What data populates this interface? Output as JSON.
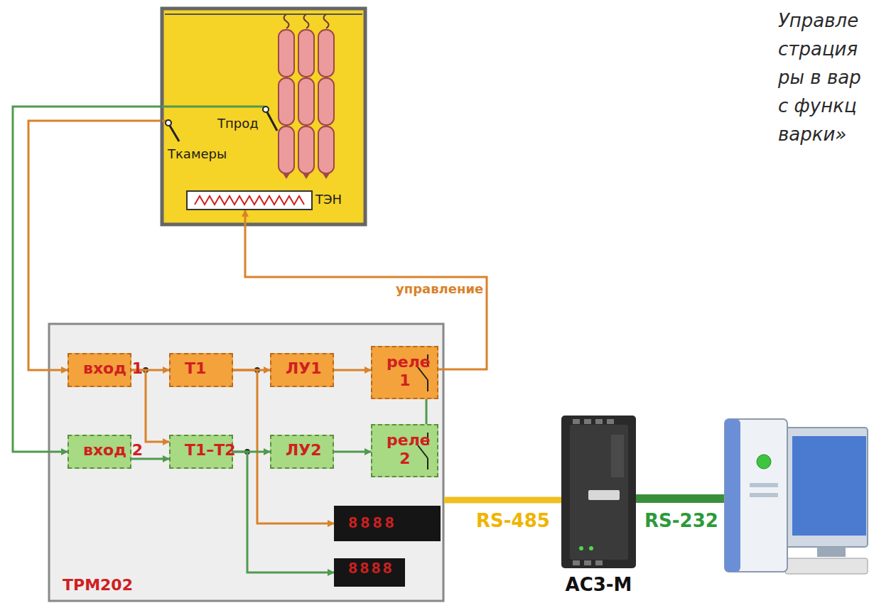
{
  "diagram": {
    "nodes": [
      {
        "text": [
          "Tкамеры",
          "Tпрод"
        ]
      },
      {
        "text": [
          "ТЭН"
        ],
        "in": 0
      },
      {
        "text": [
          "ТРМ202"
        ]
      },
      {
        "text": [
          "вход 1"
        ],
        "in": 2
      },
      {
        "text": [
          "T1"
        ],
        "in": 2
      },
      {
        "text": [
          "ЛУ1"
        ],
        "in": 2
      },
      {
        "text": [
          "реле 1"
        ],
        "in": 2
      },
      {
        "text": [
          "вход 2"
        ],
        "in": 2
      },
      {
        "text": [
          "T1–T2"
        ],
        "in": 2
      },
      {
        "text": [
          "ЛУ2"
        ],
        "in": 2
      },
      {
        "text": [
          "реле 2"
        ],
        "in": 2
      },
      {
        "text": [
          "8888"
        ],
        "in": 2
      },
      {
        "text": [
          "8888"
        ],
        "in": 2
      },
      {
        "text": [
          "АС3-М"
        ]
      }
    ],
    "edges": [
      {
        "from": 0,
        "to": 3,
        "arrow": "to"
      },
      {
        "from": 0,
        "to": 7,
        "arrow": "to"
      },
      {
        "from": 3,
        "to": 4,
        "arrow": "to"
      },
      {
        "from": 3,
        "to": 8,
        "arrow": "to"
      },
      {
        "from": 4,
        "to": 5,
        "arrow": "to"
      },
      {
        "from": 4,
        "to": 11,
        "arrow": "to"
      },
      {
        "from": 5,
        "to": 6,
        "arrow": "to"
      },
      {
        "from": 7,
        "to": 8,
        "arrow": "to"
      },
      {
        "from": 8,
        "to": 9,
        "arrow": "to"
      },
      {
        "from": 8,
        "to": 12,
        "arrow": "to"
      },
      {
        "from": 9,
        "to": 10,
        "arrow": "to"
      },
      {
        "from": 6,
        "to": 1,
        "label": "управление",
        "arrow": "to"
      },
      {
        "from": 6,
        "to": 10,
        "arrow": "none"
      },
      {
        "from": 2,
        "to": 13,
        "label": "RS-485",
        "arrow": "none"
      }
    ],
    "labels": [
      "RS-232",
      "Управле",
      "страция",
      "ры в вар",
      "с функц",
      "варки»"
    ]
  }
}
